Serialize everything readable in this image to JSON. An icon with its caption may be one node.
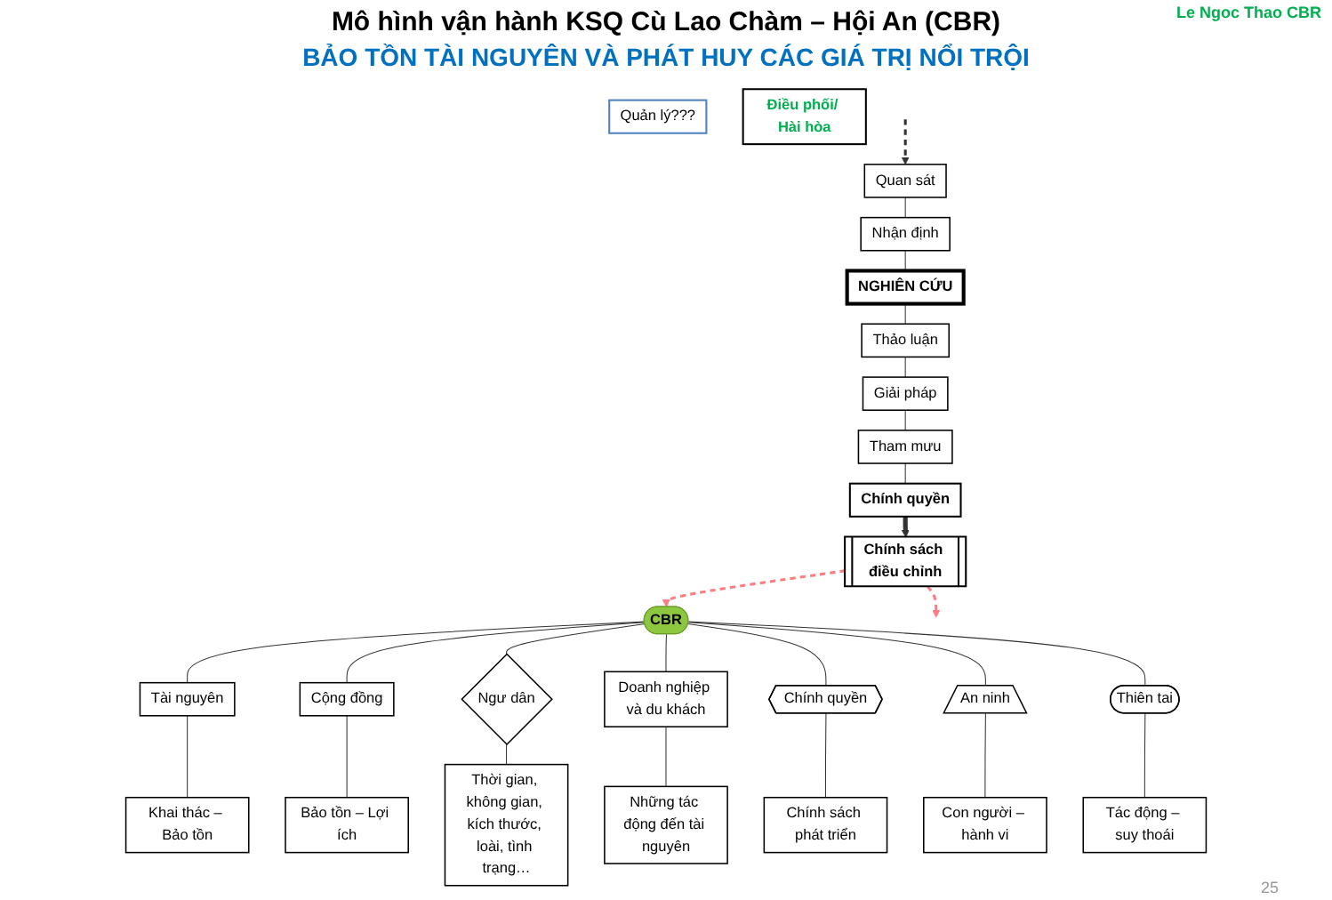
{
  "diagram": {
    "title": "Mô hình vận hành KSQ Cù Lao Chàm – Hội An (CBR)",
    "nodes": [
      {
        "text": [
          "Quản lý???"
        ]
      },
      {
        "text": [
          "Điều phối/ Hài hòa"
        ]
      },
      {
        "text": [
          "CBR"
        ]
      },
      {
        "text": [
          "Tài nguyên"
        ]
      },
      {
        "text": [
          "Cộng đồng"
        ]
      },
      {
        "text": [
          "Ngư dân"
        ]
      },
      {
        "text": [
          "Doanh nghiệp và du khách"
        ]
      },
      {
        "text": [
          "Chính quyền"
        ]
      },
      {
        "text": [
          "An ninh"
        ]
      },
      {
        "text": [
          "Thiên tai"
        ]
      },
      {
        "text": [
          "Khai thác – Bảo tồn"
        ]
      },
      {
        "text": [
          "Bảo tồn – Lợi ích"
        ]
      },
      {
        "text": [
          "Thời gian, không gian, kích thước, loài, tình trạng…"
        ]
      },
      {
        "text": [
          "Những tác động đến tài nguyên"
        ]
      },
      {
        "text": [
          "Chính sách phát triển"
        ]
      },
      {
        "text": [
          "Con người – hành vi"
        ]
      },
      {
        "text": [
          "Tác động – suy thoái"
        ]
      },
      {
        "text": [
          "Quan sát"
        ]
      },
      {
        "text": [
          "Nhận định"
        ]
      },
      {
        "text": [
          "NGHIÊN CỨU"
        ]
      },
      {
        "text": [
          "Thảo luận"
        ]
      },
      {
        "text": [
          "Giải pháp"
        ]
      },
      {
        "text": [
          "Tham mưu"
        ]
      },
      {
        "text": [
          "Chính quyền"
        ]
      },
      {
        "text": [
          "Chính sách điều chỉnh"
        ]
      }
    ],
    "edges": [
      {
        "from": 2,
        "to": 3,
        "arrow": "none"
      },
      {
        "from": 2,
        "to": 4,
        "arrow": "none"
      },
      {
        "from": 2,
        "to": 5,
        "arrow": "none"
      },
      {
        "from": 2,
        "to": 6,
        "arrow": "none"
      },
      {
        "from": 2,
        "to": 7,
        "arrow": "none"
      },
      {
        "from": 2,
        "to": 8,
        "arrow": "none"
      },
      {
        "from": 2,
        "to": 9,
        "arrow": "none"
      },
      {
        "from": 3,
        "to": 10,
        "arrow": "none"
      },
      {
        "from": 4,
        "to": 11,
        "arrow": "none"
      },
      {
        "from": 5,
        "to": 12,
        "arrow": "none"
      },
      {
        "from": 6,
        "to": 13,
        "arrow": "none"
      },
      {
        "from": 7,
        "to": 14,
        "arrow": "none"
      },
      {
        "from": 8,
        "to": 15,
        "arrow": "none"
      },
      {
        "from": 9,
        "to": 16,
        "arrow": "none"
      },
      {
        "from": null,
        "to": 17,
        "arrow": "to",
        "style": "dashed"
      },
      {
        "from": 17,
        "to": 18,
        "arrow": "none"
      },
      {
        "from": 18,
        "to": 19,
        "arrow": "none"
      },
      {
        "from": 19,
        "to": 20,
        "arrow": "none"
      },
      {
        "from": 20,
        "to": 21,
        "arrow": "none"
      },
      {
        "from": 21,
        "to": 22,
        "arrow": "none"
      },
      {
        "from": 22,
        "to": 23,
        "arrow": "none"
      },
      {
        "from": 23,
        "to": 24,
        "arrow": "to",
        "style": "thick"
      },
      {
        "from": 24,
        "to": 2,
        "arrow": "to",
        "style": "dashed",
        "color": "#ff7c80"
      },
      {
        "from": 24,
        "to": null,
        "arrow": "to",
        "style": "dashed",
        "color": "#ff7c80"
      }
    ],
    "labels": [
      "Le Ngoc Thao CBR",
      "BẢO TỒN TÀI NGUYÊN VÀ PHÁT HUY CÁC GIÁ TRỊ NỔI TRỘI",
      "25"
    ]
  }
}
